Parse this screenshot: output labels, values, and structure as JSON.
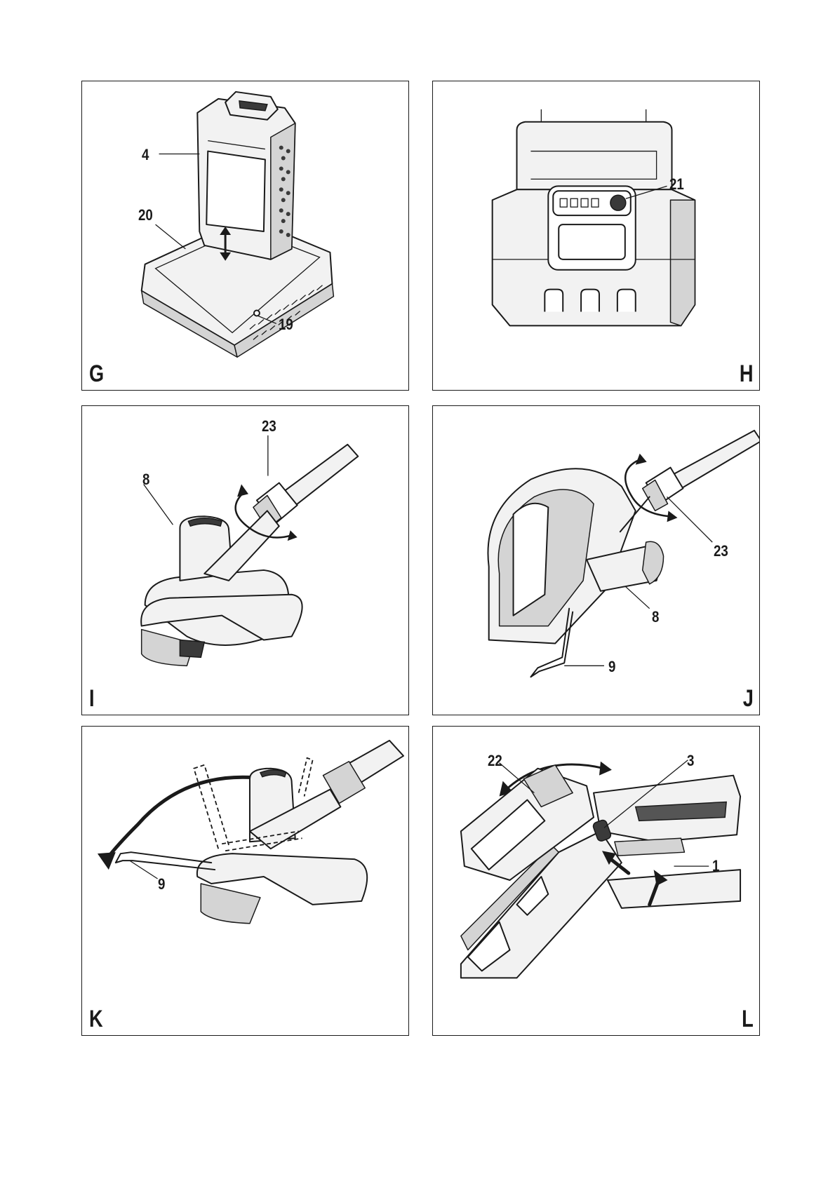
{
  "panels": {
    "g": {
      "letter": "G",
      "callouts": {
        "c1": "4",
        "c2": "20",
        "c3": "19"
      }
    },
    "h": {
      "letter": "H",
      "callouts": {
        "c1": "21"
      }
    },
    "i": {
      "letter": "I",
      "callouts": {
        "c1": "23",
        "c2": "8"
      }
    },
    "j": {
      "letter": "J",
      "callouts": {
        "c1": "23",
        "c2": "8",
        "c3": "9"
      }
    },
    "k": {
      "letter": "K",
      "callouts": {
        "c1": "9"
      }
    },
    "l": {
      "letter": "L",
      "callouts": {
        "c1": "22",
        "c2": "3",
        "c3": "1"
      }
    }
  },
  "icons": {
    "charger": "battery-charger-illustration",
    "battery_indicator": "charge-indicator-illustration",
    "trimmer_collar": "collar-rotation-illustration",
    "edge_guide": "edge-guide-illustration",
    "handle": "handle-adjust-illustration"
  }
}
